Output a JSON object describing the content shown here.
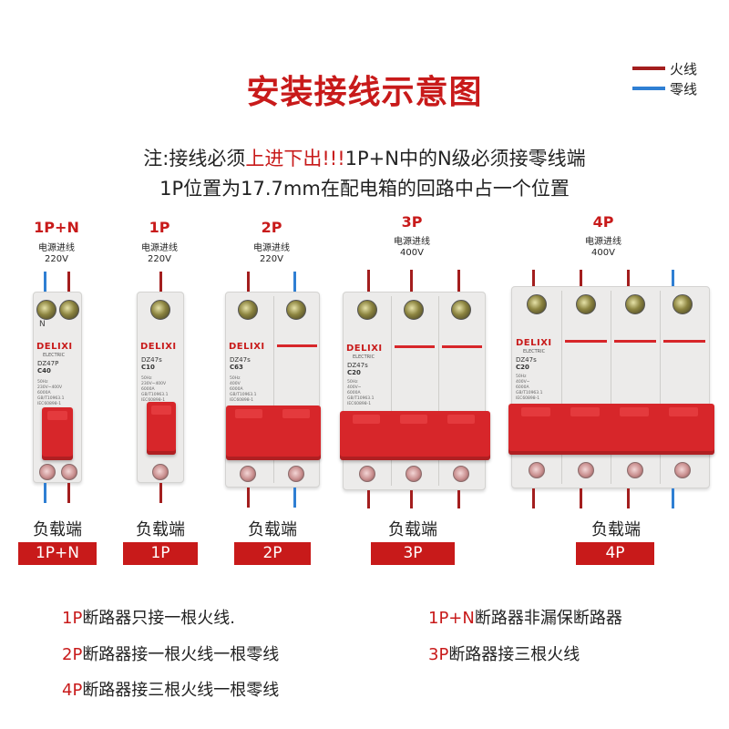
{
  "title": "安装接线示意图",
  "legend": {
    "live_label": "火线",
    "neutral_label": "零线",
    "live_color": "#a31e1e",
    "neutral_color": "#2f7fd3"
  },
  "note": {
    "line1_prefix": "注:接线必须",
    "line1_highlight": "上进下出!!!",
    "line1_suffix": "1P+N中的N级必须接零线端",
    "line2": "1P位置为17.7mm在配电箱的回路中占一个位置"
  },
  "breakers": [
    {
      "label": "1P+N",
      "source": "电源进线",
      "voltage": "220V",
      "brand": "DELIXI",
      "brand_sub": "ELECTRIC",
      "model": "DZ47P",
      "rating": "C40",
      "n_mark": "N",
      "load": "负载端",
      "tag": "1P+N"
    },
    {
      "label": "1P",
      "source": "电源进线",
      "voltage": "220V",
      "brand": "DELIXI",
      "model": "DZ47s",
      "rating": "C10",
      "load": "负载端",
      "tag": "1P"
    },
    {
      "label": "2P",
      "source": "电源进线",
      "voltage": "220V",
      "brand": "DELIXI",
      "model": "DZ47s",
      "rating": "C63",
      "load": "负载端",
      "tag": "2P"
    },
    {
      "label": "3P",
      "source": "电源进线",
      "voltage": "400V",
      "brand": "DELIXI",
      "brand_sub": "ELECTRIC",
      "model": "DZ47s",
      "rating": "C20",
      "load": "负载端",
      "tag": "3P"
    },
    {
      "label": "4P",
      "source": "电源进线",
      "voltage": "400V",
      "brand": "DELIXI",
      "brand_sub": "ELECTRIC",
      "model": "DZ47s",
      "rating": "C20",
      "load": "负载端",
      "tag": "4P"
    }
  ],
  "specs": {
    "s1p": "50Hz\n230V~400V\n6000A\nGB/T10963.1\nIEC60898-1",
    "s2p": "50Hz\n400V\n6000A\nGB/T10963.1\nIEC60898-1",
    "s3p": "50Hz\n400V~\n6000A\nGB/T10963.1\nIEC60898-1"
  },
  "descriptions": {
    "d1_prefix": "1P",
    "d1_text": "断路器只接一根火线.",
    "d2_prefix": "2P",
    "d2_text": "断路器接一根火线一根零线",
    "d3_prefix": "4P",
    "d3_text": "断路器接三根火线一根零线",
    "d4_prefix": "1P+N",
    "d4_text": "断路器非漏保断路器",
    "d5_prefix": "3P",
    "d5_text": "断路器接三根火线"
  }
}
